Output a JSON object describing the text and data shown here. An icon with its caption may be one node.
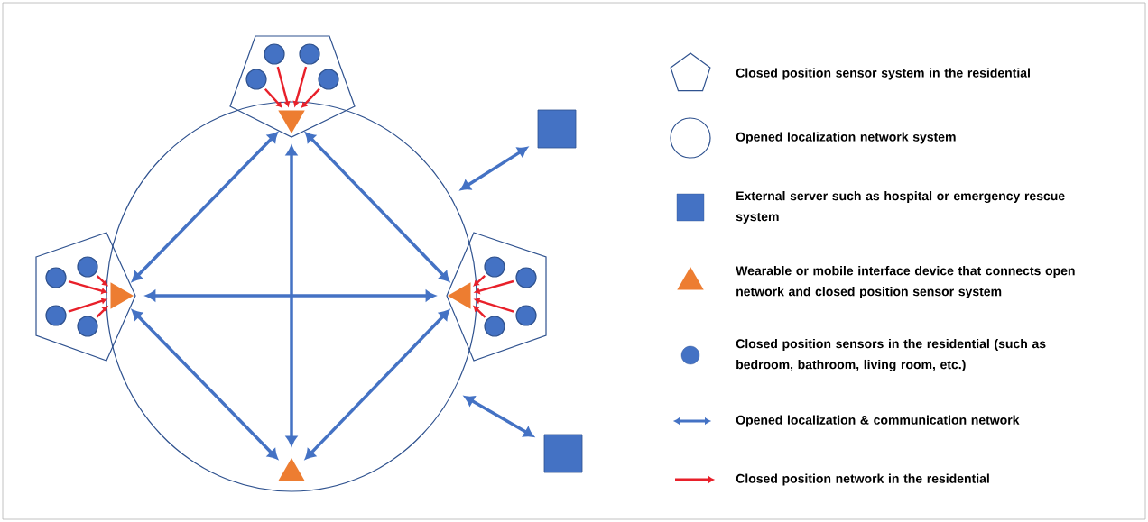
{
  "diagram": {
    "nodes": [
      {
        "text": [],
        "shape": "circle"
      },
      {
        "text": [],
        "shape": "pentagon"
      },
      {
        "text": [],
        "shape": "pentagon"
      },
      {
        "text": [],
        "shape": "pentagon"
      },
      {
        "text": [],
        "shape": "triangle"
      },
      {
        "text": [],
        "shape": "triangle"
      },
      {
        "text": [],
        "shape": "triangle"
      },
      {
        "text": [],
        "shape": "triangle",
        "in": 0
      },
      {
        "text": [],
        "shape": "box"
      },
      {
        "text": [],
        "shape": "box"
      },
      {
        "text": [],
        "shape": "circle",
        "in": 1
      },
      {
        "text": [],
        "shape": "circle",
        "in": 1
      },
      {
        "text": [],
        "shape": "circle",
        "in": 1
      },
      {
        "text": [],
        "shape": "circle",
        "in": 1
      },
      {
        "text": [],
        "shape": "circle",
        "in": 2
      },
      {
        "text": [],
        "shape": "circle",
        "in": 2
      },
      {
        "text": [],
        "shape": "circle",
        "in": 2
      },
      {
        "text": [],
        "shape": "circle",
        "in": 2
      },
      {
        "text": [],
        "shape": "circle",
        "in": 3
      },
      {
        "text": [],
        "shape": "circle",
        "in": 3
      },
      {
        "text": [],
        "shape": "circle",
        "in": 3
      },
      {
        "text": [],
        "shape": "circle",
        "in": 3
      }
    ],
    "edges": [
      {
        "from": 4,
        "to": 5,
        "arrow": "both",
        "color": "#4472c4"
      },
      {
        "from": 4,
        "to": 6,
        "arrow": "both",
        "color": "#4472c4"
      },
      {
        "from": 4,
        "to": 7,
        "arrow": "both",
        "color": "#4472c4"
      },
      {
        "from": 5,
        "to": 6,
        "arrow": "both",
        "color": "#4472c4"
      },
      {
        "from": 5,
        "to": 7,
        "arrow": "both",
        "color": "#4472c4"
      },
      {
        "from": 6,
        "to": 7,
        "arrow": "both",
        "color": "#4472c4"
      },
      {
        "from": 0,
        "to": 8,
        "arrow": "both",
        "color": "#4472c4"
      },
      {
        "from": 0,
        "to": 9,
        "arrow": "both",
        "color": "#4472c4"
      },
      {
        "from": 10,
        "to": 4,
        "arrow": "to",
        "color": "#e8202a"
      },
      {
        "from": 11,
        "to": 4,
        "arrow": "to",
        "color": "#e8202a"
      },
      {
        "from": 12,
        "to": 4,
        "arrow": "to",
        "color": "#e8202a"
      },
      {
        "from": 13,
        "to": 4,
        "arrow": "to",
        "color": "#e8202a"
      },
      {
        "from": 14,
        "to": 5,
        "arrow": "to",
        "color": "#e8202a"
      },
      {
        "from": 15,
        "to": 5,
        "arrow": "to",
        "color": "#e8202a"
      },
      {
        "from": 16,
        "to": 5,
        "arrow": "to",
        "color": "#e8202a"
      },
      {
        "from": 17,
        "to": 5,
        "arrow": "to",
        "color": "#e8202a"
      },
      {
        "from": 18,
        "to": 6,
        "arrow": "to",
        "color": "#e8202a"
      },
      {
        "from": 19,
        "to": 6,
        "arrow": "to",
        "color": "#e8202a"
      },
      {
        "from": 20,
        "to": 6,
        "arrow": "to",
        "color": "#e8202a"
      },
      {
        "from": 21,
        "to": 6,
        "arrow": "to",
        "color": "#e8202a"
      }
    ],
    "legend": [
      {
        "text": "Closed position sensor system in the residential"
      },
      {
        "text": "Opened localization network system"
      },
      {
        "text": "External server such as hospital or emergency rescue system"
      },
      {
        "text": "Wearable or mobile interface device that connects open network and closed position sensor system"
      },
      {
        "text": "Closed position sensors in the residential (such as bedroom, bathroom, living room, etc.)"
      },
      {
        "text": "Opened localization & communication network"
      },
      {
        "text": "Closed position network in the residential"
      }
    ]
  }
}
